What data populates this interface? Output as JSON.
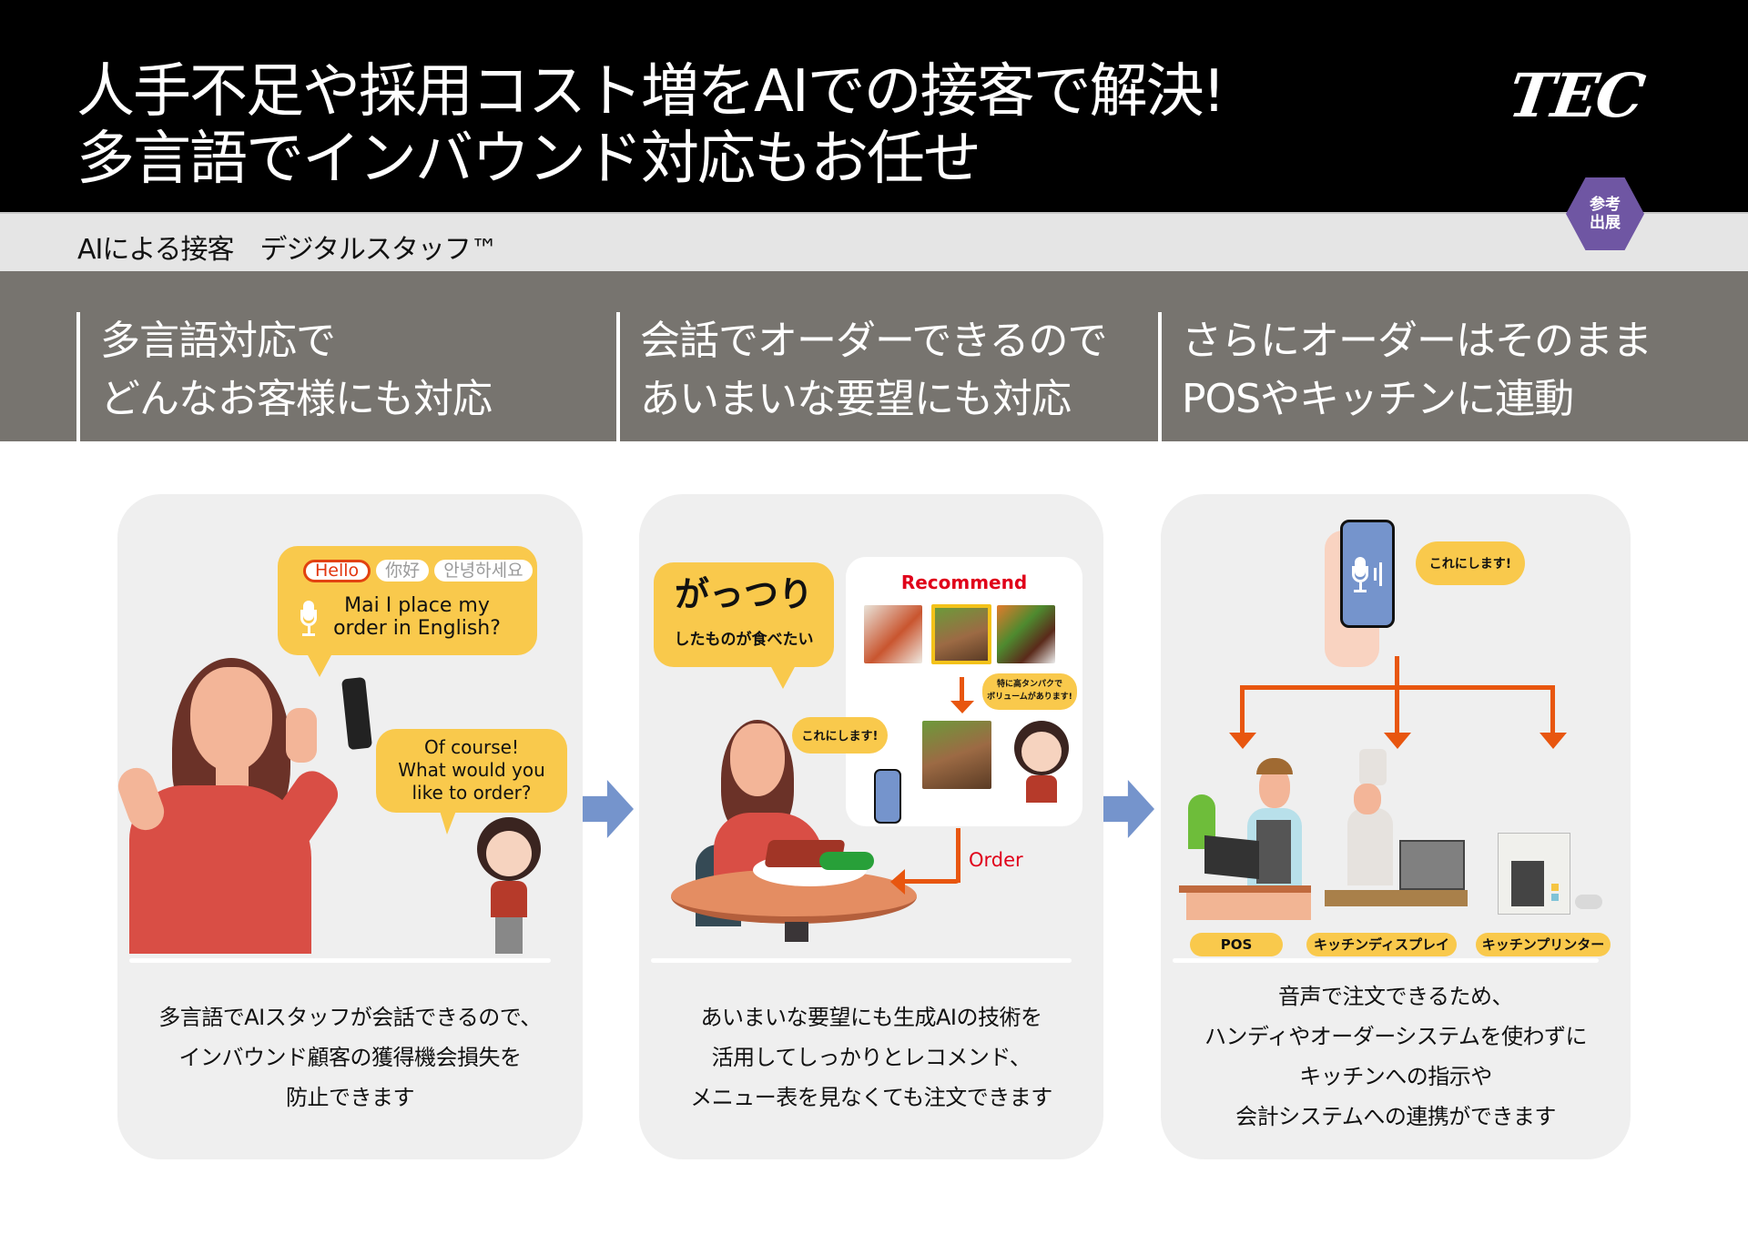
{
  "header": {
    "title_line1": "人手不足や採用コスト増をAIでの接客で解決!",
    "title_line2": "多言語でインバウンド対応もお任せ",
    "logo": "TEC",
    "badge_line1": "参考",
    "badge_line2": "出展"
  },
  "subheader": {
    "text": "AIによる接客　デジタルスタッフ™"
  },
  "features": [
    {
      "line1": "多言語対応で",
      "line2": "どんなお客様にも対応"
    },
    {
      "line1": "会話でオーダーできるので",
      "line2": "あいまいな要望にも対応"
    },
    {
      "line1": "さらにオーダーはそのまま",
      "line2": "POSやキッチンに連動"
    }
  ],
  "cards": [
    {
      "greetings": [
        "Hello",
        "你好",
        "안녕하세요"
      ],
      "customer_speech_line1": "Mai I place my",
      "customer_speech_line2": "order in English?",
      "staff_speech_line1": "Of course!",
      "staff_speech_line2": "What would you",
      "staff_speech_line3": "like to order?",
      "desc": [
        "多言語でAIスタッフが会話できるので、",
        "インバウンド顧客の獲得機会損失を",
        "防止できます"
      ]
    },
    {
      "request_big": "がっつり",
      "request_small": "したものが食べたい",
      "recommend_label": "Recommend",
      "staff_comment_line1": "特に高タンパクで",
      "staff_comment_line2": "ボリュームがあります!",
      "customer_reply": "これにします!",
      "order_label": "Order",
      "desc": [
        "あいまいな要望にも生成AIの技術を",
        "活用してしっかりとレコメンド、",
        "メニュー表を見なくても注文できます"
      ]
    },
    {
      "customer_reply": "これにします!",
      "targets": [
        "POS",
        "キッチンディスプレイ",
        "キッチンプリンター"
      ],
      "desc": [
        "音声で注文できるため、",
        "ハンディやオーダーシステムを使わずに",
        "キッチンへの指示や",
        "会計システムへの連携ができます"
      ]
    }
  ],
  "colors": {
    "header_bg": "#000000",
    "feature_band": "#77746f",
    "bubble_yellow": "#f9c94c",
    "accent_orange": "#e8560f",
    "recommend_red": "#e0001a",
    "badge_purple": "#6f56a3",
    "flow_arrow_blue": "#7594cc",
    "card_bg": "#efefef"
  }
}
